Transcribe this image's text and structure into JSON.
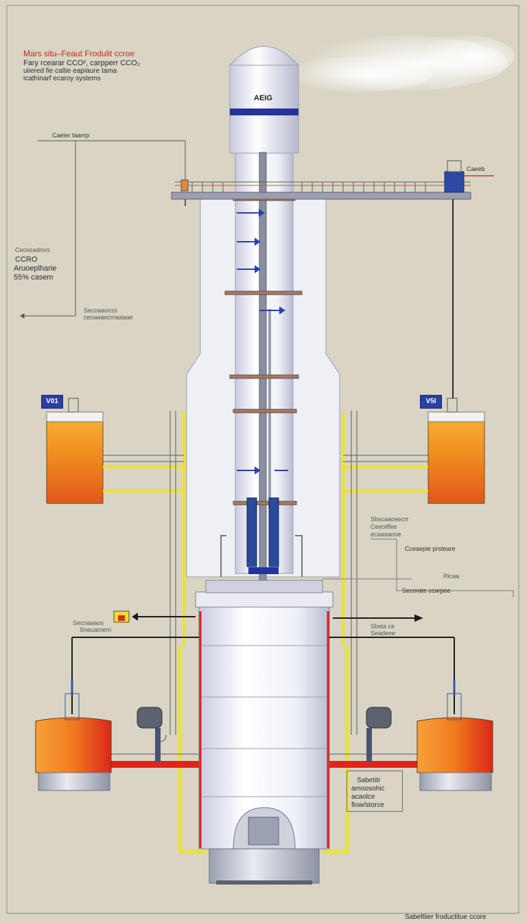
{
  "title": {
    "line1": "Mars situ–Feaut Frodulit ccroe",
    "line2": "Fary rcearar CCO², carpperr CCO₂",
    "line3": "uiiered fie caltie eapiaure tama",
    "line4": "icathinarf ecaroy systems"
  },
  "column": {
    "label": "AEIG"
  },
  "labels": {
    "cellar_tamp": "Caeier taamp",
    "caeeb": "Caeeb",
    "atm_small": "Ceossadmrs",
    "atm_code": "CCRO",
    "atm_name": "Aruoeplharie",
    "atm_pct": "55% casem",
    "atm_note1": "Secoaaocss",
    "atm_note2": "ceoaaaocmaaaae",
    "right_note1": "Sbscaaoeecrr",
    "right_note2": "Ceeoiffee",
    "right_note3": "ecaaaaooe",
    "comp_pressure": "Cceaepie prsteare",
    "ricaa": "Ricaa",
    "sec_cmpress": "Secorate ccarpee",
    "left_valve1": "Secoaaaos",
    "left_valve2": "Sneuamem",
    "right_flow1": "Sbsta ce",
    "right_flow2": "Seadeee"
  },
  "tanks": {
    "left_tag": "V01",
    "right_tag": "V5I"
  },
  "note_box": {
    "line1": "Sabetitr",
    "line2": "amoosohic",
    "line3": "acaolce",
    "line4": "flow/storce"
  },
  "footer": "Sabeltiier froductitue ccore",
  "colors": {
    "background": "#d9d4c4",
    "column": "#f1f2f8",
    "orange": "#f08a1e",
    "yellow_pipe": "#f2e52a",
    "red_pipe": "#e0251b",
    "blue_band": "#25339a"
  }
}
